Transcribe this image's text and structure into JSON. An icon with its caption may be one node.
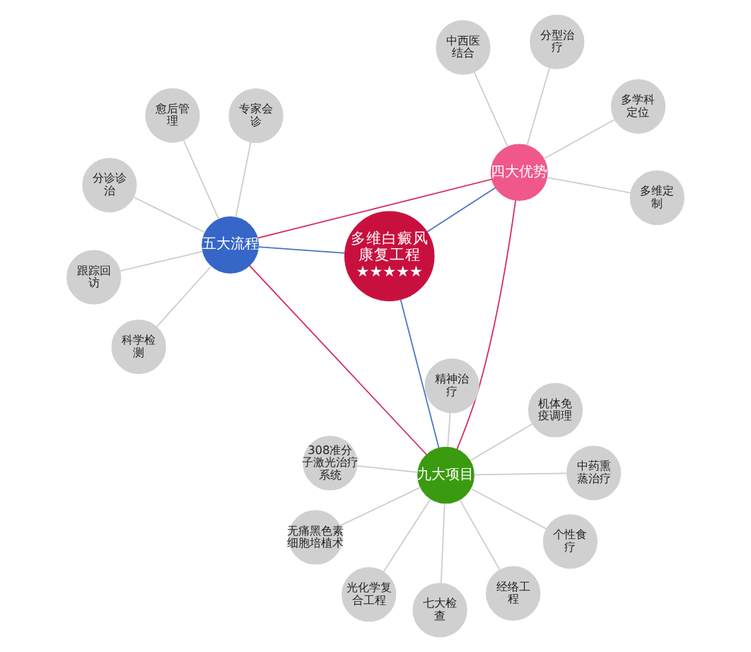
{
  "diagram": {
    "nodes": [
      {
        "text": [
          "多维白癜风康复工程",
          "★★★★★"
        ]
      },
      {
        "text": [
          "四大优势"
        ]
      },
      {
        "text": [
          "九大项目"
        ]
      },
      {
        "text": [
          "五大流程"
        ]
      },
      {
        "text": [
          "多学科定位"
        ]
      },
      {
        "text": [
          "分型治疗"
        ]
      },
      {
        "text": [
          "中西医结合"
        ]
      },
      {
        "text": [
          "多维定制"
        ]
      },
      {
        "text": [
          "光化学复合工程"
        ]
      },
      {
        "text": [
          "七大检查"
        ]
      },
      {
        "text": [
          "无痛黑色素细胞培植术"
        ]
      },
      {
        "text": [
          "308准分子激光治疗系统"
        ]
      },
      {
        "text": [
          "中药熏蒸治疗"
        ]
      },
      {
        "text": [
          "机体免疫调理"
        ]
      },
      {
        "text": [
          "精神治疗"
        ]
      },
      {
        "text": [
          "个性食疗"
        ]
      },
      {
        "text": [
          "经络工程"
        ]
      },
      {
        "text": [
          "愈后管理"
        ]
      },
      {
        "text": [
          "跟踪回访"
        ]
      },
      {
        "text": [
          "分诊诊治"
        ]
      },
      {
        "text": [
          "专家会诊"
        ]
      },
      {
        "text": [
          "科学检测"
        ]
      }
    ],
    "edges": [
      {
        "from": 0,
        "to": 1,
        "arrow": "none",
        "color": "#4a72c8"
      },
      {
        "from": 0,
        "to": 2,
        "arrow": "none",
        "color": "#4a72c8"
      },
      {
        "from": 0,
        "to": 3,
        "arrow": "none",
        "color": "#4a72c8"
      },
      {
        "from": 1,
        "to": 2,
        "arrow": "none",
        "color": "#d42a5a"
      },
      {
        "from": 2,
        "to": 3,
        "arrow": "none",
        "color": "#d42a5a"
      },
      {
        "from": 1,
        "to": 3,
        "arrow": "none",
        "color": "#d42a5a"
      },
      {
        "from": 1,
        "to": 4,
        "arrow": "none"
      },
      {
        "from": 1,
        "to": 5,
        "arrow": "none"
      },
      {
        "from": 1,
        "to": 6,
        "arrow": "none"
      },
      {
        "from": 1,
        "to": 7,
        "arrow": "none"
      },
      {
        "from": 2,
        "to": 8,
        "arrow": "none"
      },
      {
        "from": 2,
        "to": 9,
        "arrow": "none"
      },
      {
        "from": 2,
        "to": 10,
        "arrow": "none"
      },
      {
        "from": 2,
        "to": 11,
        "arrow": "none"
      },
      {
        "from": 2,
        "to": 12,
        "arrow": "none"
      },
      {
        "from": 2,
        "to": 13,
        "arrow": "none"
      },
      {
        "from": 2,
        "to": 14,
        "arrow": "none"
      },
      {
        "from": 2,
        "to": 15,
        "arrow": "none"
      },
      {
        "from": 2,
        "to": 16,
        "arrow": "none"
      },
      {
        "from": 3,
        "to": 17,
        "arrow": "none"
      },
      {
        "from": 3,
        "to": 18,
        "arrow": "none"
      },
      {
        "from": 3,
        "to": 19,
        "arrow": "none"
      },
      {
        "from": 3,
        "to": 20,
        "arrow": "none"
      },
      {
        "from": 3,
        "to": 21,
        "arrow": "none"
      }
    ]
  }
}
